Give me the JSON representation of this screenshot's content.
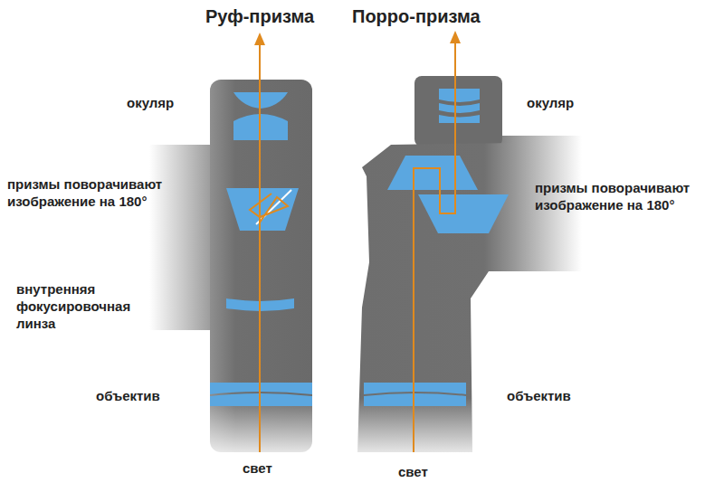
{
  "diagram": {
    "labels": [
      "Руф-призма",
      "Порро-призма",
      "окуляр",
      "призмы поворачивают изображение на 180°",
      "внутренняя фокусировочная линза",
      "объектив",
      "свет",
      "окуляр",
      "призмы поворачивают изображение на 180°",
      "объектив",
      "свет"
    ]
  }
}
